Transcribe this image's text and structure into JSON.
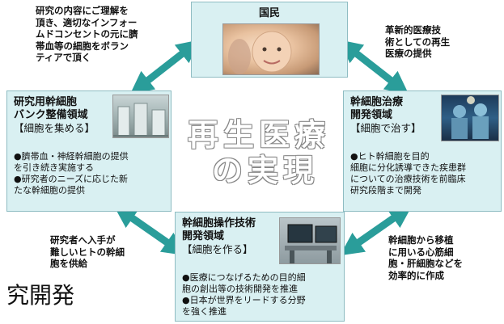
{
  "center": {
    "line1": "再生医療",
    "line2": "の実現"
  },
  "bg_fragment": "究開発",
  "top_box": {
    "title": "国民"
  },
  "left_box": {
    "title_line1": "研究用幹細胞",
    "title_line2": "バンク整備領域",
    "subtitle": "【細胞を集める】",
    "bullets": [
      "●臍帯血・神経幹細胞の提供",
      "を引き続き実施する",
      "●研究者のニーズに応じた新",
      "たな幹細胞の提供"
    ]
  },
  "right_box": {
    "title_line1": "幹細胞治療",
    "title_line2": "開発領域",
    "subtitle": "【細胞で治す】",
    "bullets": [
      "●ヒト幹細胞を目的",
      "細胞に分化誘導できた疾患群",
      "についての治療技術を前臨床",
      "研究段階まで開発"
    ]
  },
  "bottom_box": {
    "title_line1": "幹細胞操作技術",
    "title_line2": "開発領域",
    "subtitle": "【細胞を作る】",
    "bullets": [
      "●医療につなげるための目的細",
      "胞の創出等の技術開発を推進",
      "●日本が世界をリードする分野",
      "を強く推進"
    ]
  },
  "notes": {
    "top_left": [
      "研究の内容にご理解を",
      "頂き、適切なインフォー",
      "ムドコンセントの元に臍",
      "帯血等の細胞をボラン",
      "ティアで頂く"
    ],
    "top_right": [
      "革新的医療技",
      "術としての再生",
      "医療の提供"
    ],
    "bottom_left": [
      "研究者へ入手が",
      "難しいヒトの幹細",
      "胞を供給"
    ],
    "bottom_right": [
      "幹細胞から移植",
      "に用いる心筋細",
      "胞・肝細胞などを",
      "効率的に作成"
    ]
  },
  "colors": {
    "box_fill": "#d9f0f2",
    "arrow": "#2a9d9a"
  }
}
